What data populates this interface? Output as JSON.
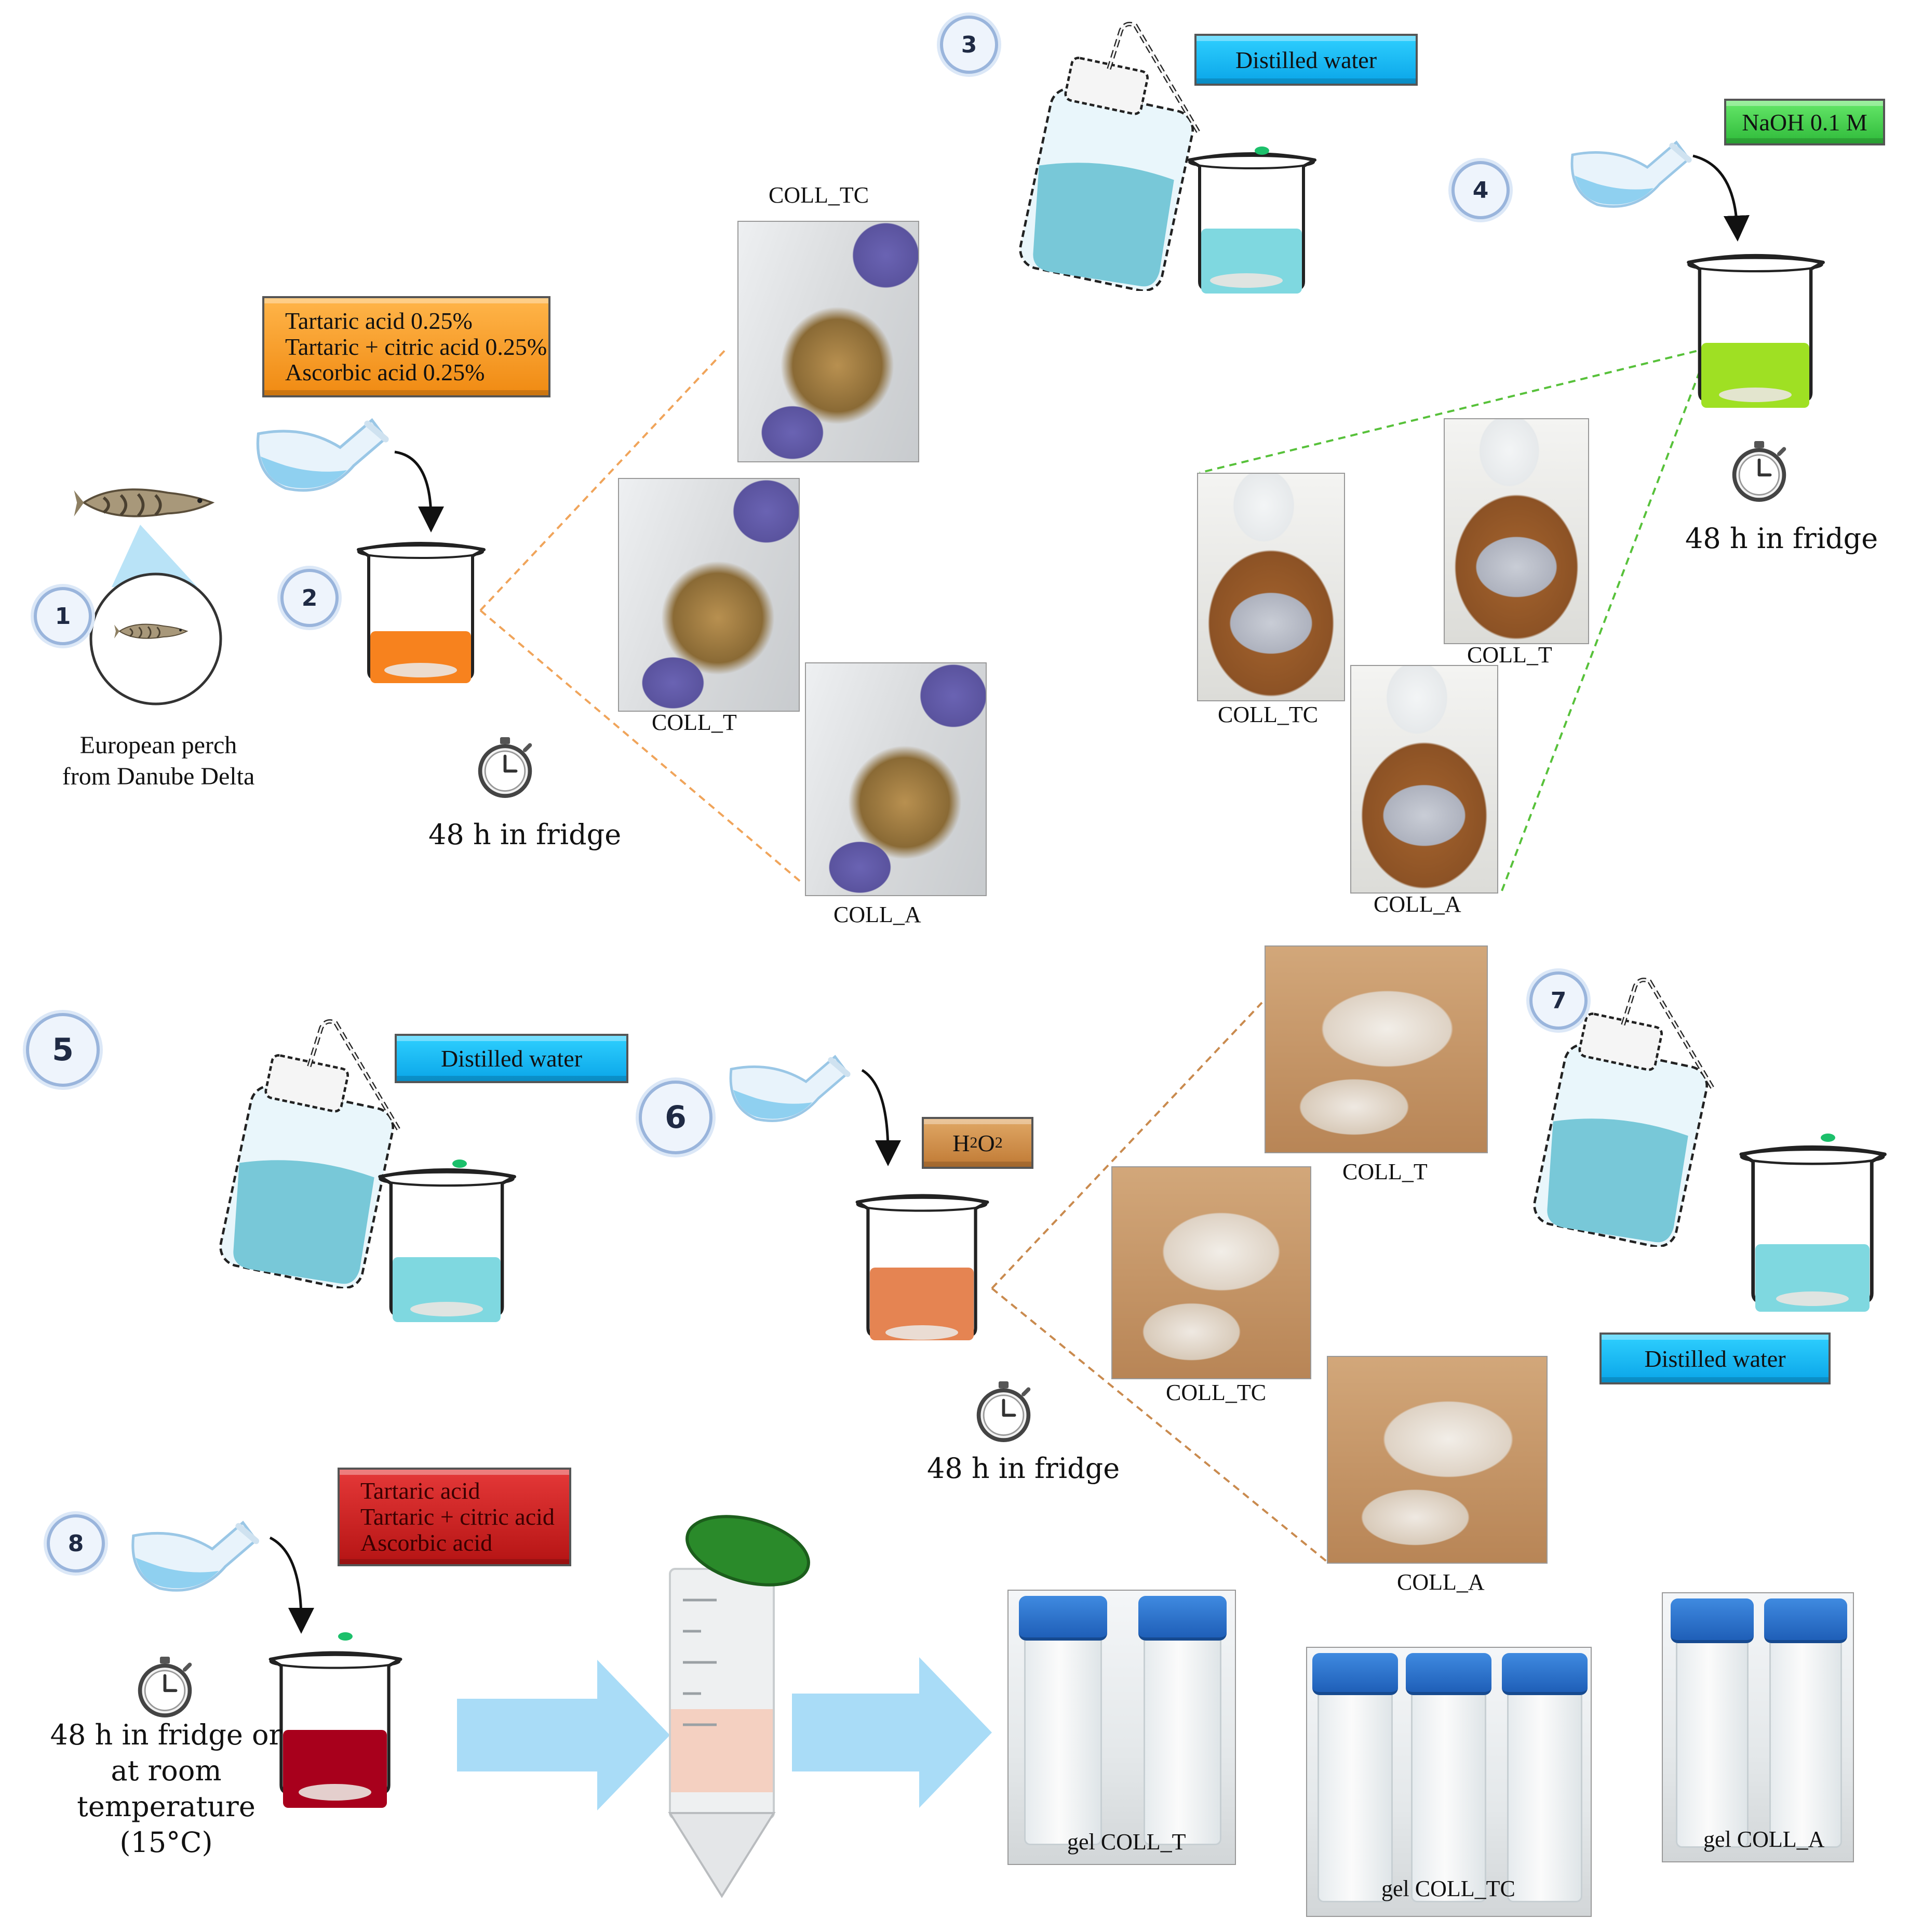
{
  "steps": [
    "1",
    "2",
    "3",
    "4",
    "5",
    "6",
    "7",
    "8"
  ],
  "labels": {
    "fish_caption_line1": "European perch",
    "fish_caption_line2": "from Danube Delta",
    "fridge": "48 h in fridge",
    "fridge_room_line1": "48 h in fridge or",
    "fridge_room_line2": "at room",
    "fridge_room_line3": "temperature",
    "fridge_room_line4": "(15°C)"
  },
  "boxes": {
    "distilled_water": "Distilled water",
    "naoh": "NaOH 0.1 M",
    "h2o2_base": "H",
    "h2o2_sub1": "2",
    "h2o2_mid": "O",
    "h2o2_sub2": "2",
    "acid_pretreat": [
      "Tartaric acid 0.25%",
      "Tartaric + citric acid 0.25%",
      "Ascorbic acid 0.25%"
    ],
    "acid_extract": [
      "Tartaric acid",
      "Tartaric + citric acid",
      "Ascorbic acid"
    ]
  },
  "samples": {
    "tc": "COLL_TC",
    "t": "COLL_T",
    "a": "COLL_A",
    "gel_t": "gel COLL_T",
    "gel_tc": "gel COLL_TC",
    "gel_a": "gel COLL_A"
  },
  "colors": {
    "water": "#0aa5e8",
    "naoh": "#2fba3a",
    "h2o2": "#c07a35",
    "acid_pretreat": "#f08a12",
    "acid_extract": "#b51414",
    "liquid_orange": "#f7821e",
    "liquid_green": "#9fe023",
    "liquid_blue": "#7fd8e0",
    "liquid_brown": "#e58452",
    "liquid_red": "#a8001c",
    "arrow_blue": "#a9dcf7",
    "dash_orange": "#f0a45a",
    "dash_green": "#57c13a",
    "dash_brown": "#c98a4e",
    "falcon_cap": "#2a8a2a",
    "tube_cap": "#1f5fb8"
  }
}
